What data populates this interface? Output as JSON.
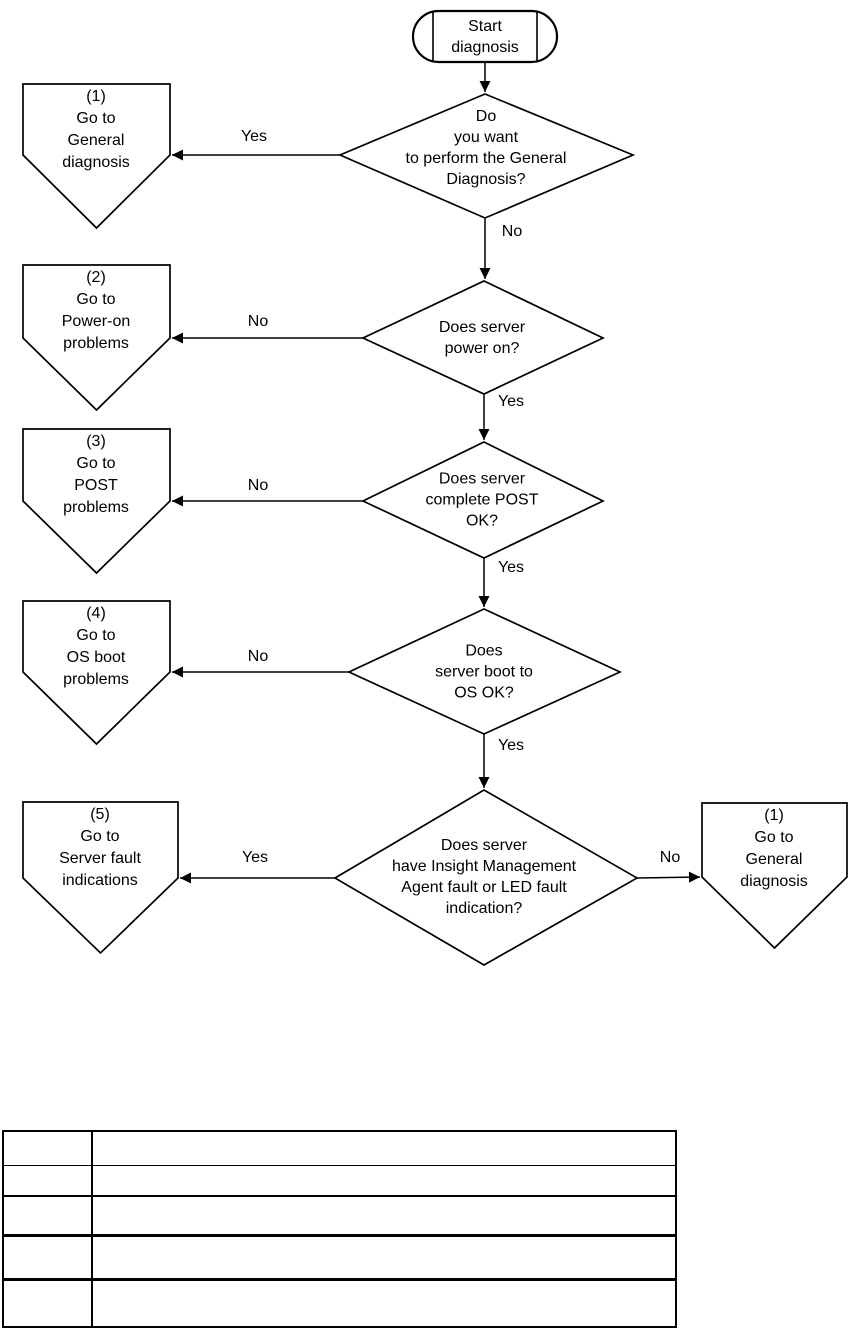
{
  "colors": {
    "line": "#000000",
    "background": "#ffffff",
    "text": "#000000"
  },
  "flowchart": {
    "start": {
      "label": "Start\ndiagnosis"
    },
    "decisions": [
      "Do\nyou want\nto perform the General\nDiagnosis?",
      "Does server\npower on?",
      "Does server\ncomplete POST\nOK?",
      "Does\nserver boot to\nOS OK?",
      "Does server\nhave Insight Management\nAgent fault or LED fault\nindication?"
    ],
    "connectors": [
      "(1)\nGo to\nGeneral\ndiagnosis",
      "(2)\nGo to\nPower-on\nproblems",
      "(3)\nGo to\nPOST\nproblems",
      "(4)\nGo to\nOS boot\nproblems",
      "(5)\nGo to\nServer fault\nindications",
      "(1)\nGo to\nGeneral\ndiagnosis"
    ],
    "edge_labels": [
      "Yes",
      "No",
      "No",
      "Yes",
      "No",
      "Yes",
      "No",
      "Yes",
      "Yes",
      "No"
    ]
  },
  "table": {
    "row_count": 5,
    "column_count": 2,
    "rows": [
      [
        "",
        ""
      ],
      [
        "",
        ""
      ],
      [
        "",
        ""
      ],
      [
        "",
        ""
      ],
      [
        "",
        ""
      ]
    ]
  }
}
